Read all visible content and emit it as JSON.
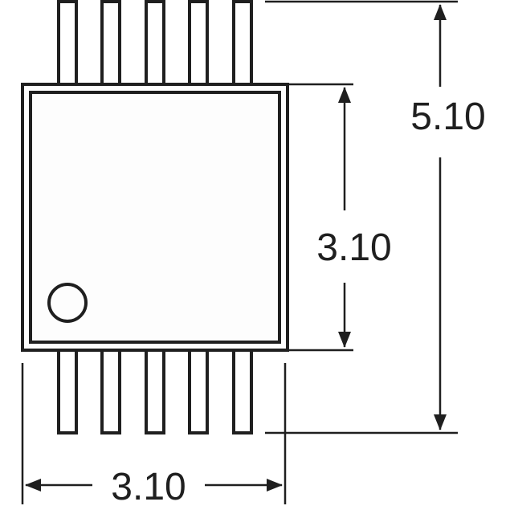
{
  "diagram": {
    "package_pin_count": 10,
    "pins_per_side": 5,
    "labels": {
      "overall_height": "5.10",
      "body_height": "3.10",
      "body_width": "3.10"
    },
    "colors": {
      "stroke": "#1f1f1f",
      "body_fill": "#fdfdfd",
      "background": "#ffffff"
    }
  }
}
